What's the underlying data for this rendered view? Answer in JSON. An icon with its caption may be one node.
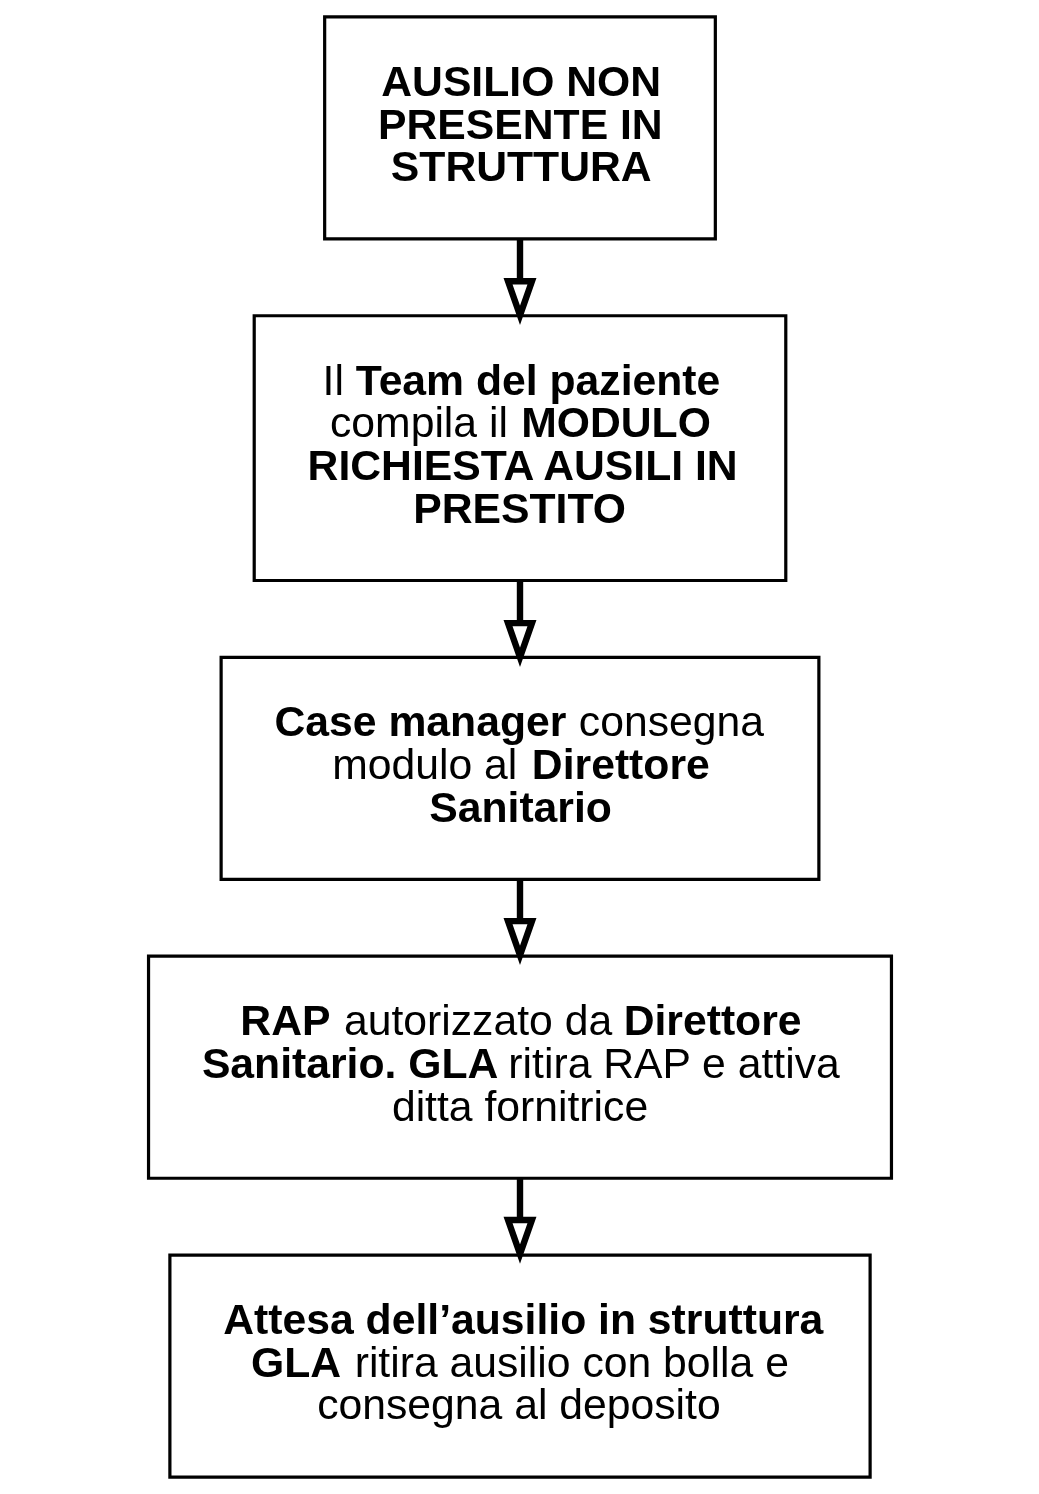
{
  "diagram": {
    "nodes": [
      {
        "text": [
          "AUSILIO NON PRESENTE IN STRUTTURA"
        ]
      },
      {
        "text": [
          "Il **Team del paziente** compila il **MODULO RICHIESTA AUSILI IN PRESTITO**"
        ]
      },
      {
        "text": [
          "**Case manager** consegna modulo al **Direttore Sanitario**"
        ]
      },
      {
        "text": [
          "**RAP** autorizzato da **Direttore Sanitario. GLA** ritira RAP e attiva ditta fornitrice"
        ]
      },
      {
        "text": [
          "Attesa dell’ausilio in struttura",
          "**GLA** ritira ausilio con bolla e consegna al deposito"
        ]
      }
    ],
    "edges": [
      {
        "from": 0,
        "to": 1,
        "arrow": "to"
      },
      {
        "from": 1,
        "to": 2,
        "arrow": "to"
      },
      {
        "from": 2,
        "to": 3,
        "arrow": "to"
      },
      {
        "from": 3,
        "to": 4,
        "arrow": "to"
      }
    ]
  }
}
